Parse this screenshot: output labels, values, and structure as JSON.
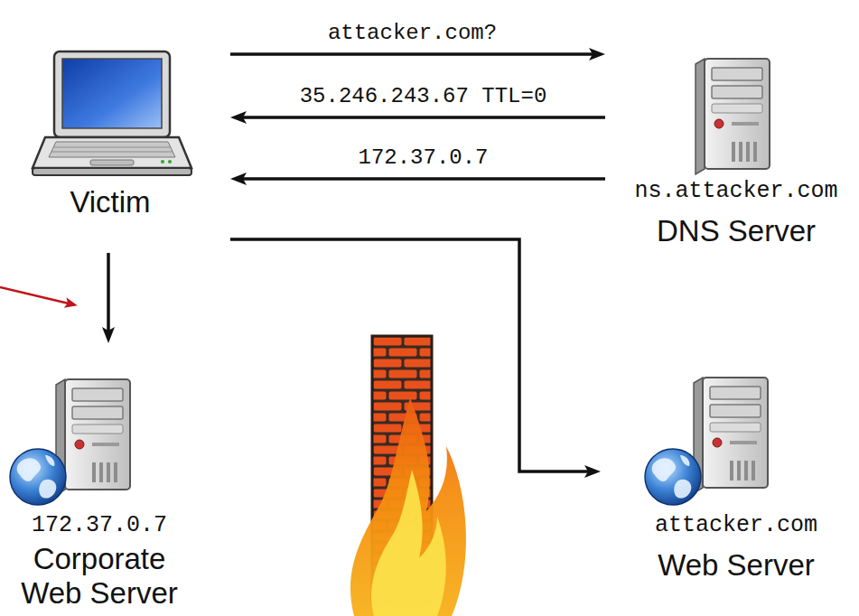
{
  "diagram": {
    "nodes": [
      {
        "text": [
          "Victim"
        ]
      },
      {
        "text": [
          "ns.attacker.com",
          "DNS Server"
        ]
      },
      {
        "text": [
          "172.37.0.7",
          "Corporate Web Server"
        ]
      },
      {
        "text": [
          "attacker.com",
          "Web Server"
        ]
      }
    ],
    "edges": [
      {
        "from": 0,
        "to": 1,
        "arrow": "to",
        "label": "attacker.com?"
      },
      {
        "from": 1,
        "to": 0,
        "arrow": "to",
        "label": "35.246.243.67 TTL=0"
      },
      {
        "from": 1,
        "to": 0,
        "arrow": "to",
        "label": "172.37.0.7"
      },
      {
        "from": 0,
        "to": 3,
        "arrow": "to"
      },
      {
        "from": 0,
        "to": 2,
        "arrow": "to"
      }
    ]
  }
}
